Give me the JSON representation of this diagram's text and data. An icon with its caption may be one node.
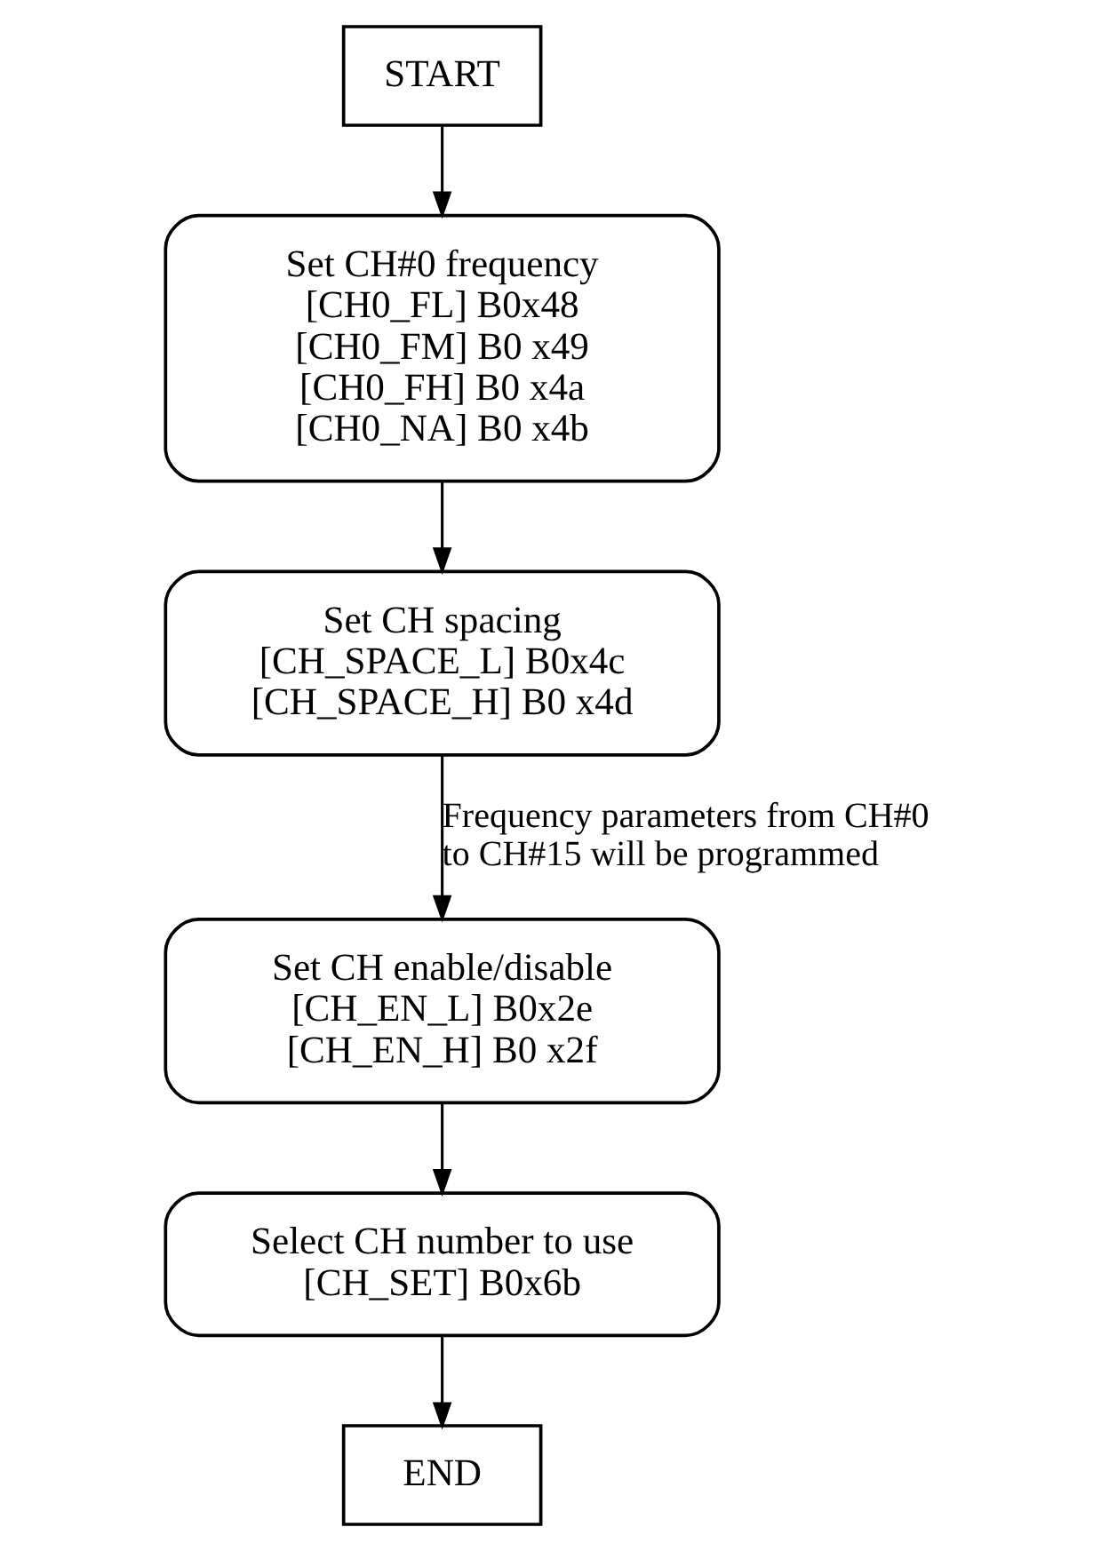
{
  "diagram": {
    "nodes": [
      {
        "text": [
          "START"
        ]
      },
      {
        "text": [
          "Set CH#0 frequency",
          "[CH0_FL] B0x48",
          "[CH0_FM] B0 x49",
          "[CH0_FH] B0 x4a",
          "[CH0_NA] B0 x4b"
        ]
      },
      {
        "text": [
          "Set CH spacing",
          "[CH_SPACE_L] B0x4c",
          "[CH_SPACE_H] B0 x4d"
        ]
      },
      {
        "text": [
          "Set CH enable/disable",
          "[CH_EN_L] B0x2e",
          "[CH_EN_H] B0 x2f"
        ]
      },
      {
        "text": [
          "Select CH number to use",
          "[CH_SET] B0x6b"
        ]
      },
      {
        "text": [
          "END"
        ]
      }
    ],
    "edges": [
      {
        "from": 0,
        "to": 1,
        "arrow": "to"
      },
      {
        "from": 1,
        "to": 2,
        "arrow": "to"
      },
      {
        "from": 2,
        "to": 3,
        "arrow": "to",
        "label": "Frequency parameters from CH#0 to CH#15 will be programmed"
      },
      {
        "from": 3,
        "to": 4,
        "arrow": "to"
      },
      {
        "from": 4,
        "to": 5,
        "arrow": "to"
      }
    ]
  }
}
